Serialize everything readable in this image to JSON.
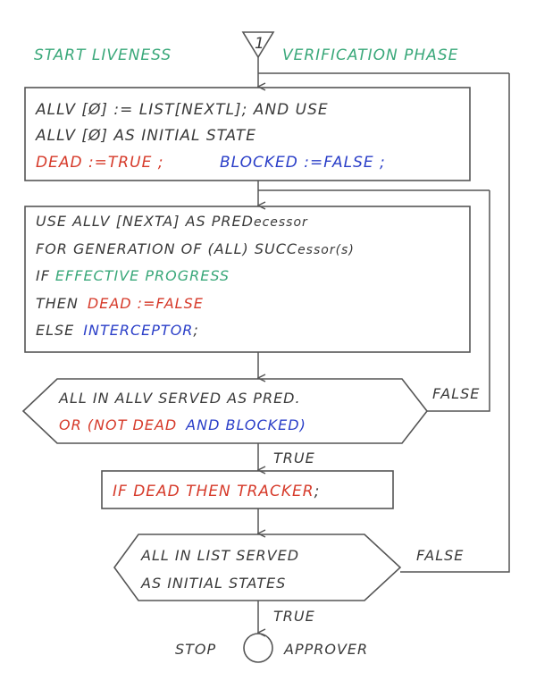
{
  "colors": {
    "ink": "#555555",
    "text": "#3a3a3a",
    "green": "#3aa87a",
    "red": "#d63a2a",
    "blue": "#2a3ec8"
  },
  "header": {
    "left_label": "START LIVENESS",
    "connector_label": "1",
    "right_label": "VERIFICATION PHASE"
  },
  "init_box": {
    "line1": "ALLV [Ø] := LIST[NEXTL]; AND USE",
    "line2": "ALLV [Ø] AS INITIAL STATE",
    "dead_assign": "DEAD :=TRUE ;",
    "blocked_assign": "BLOCKED :=FALSE ;"
  },
  "process_box": {
    "line1_prefix": "USE ALLV [NEXTA] AS PRED",
    "line1_suffix": "ecessor",
    "line2_prefix": "FOR GENERATION OF (ALL) SUCC",
    "line2_suffix": "essor(s)",
    "line3_if": "IF",
    "line3_cond": "EFFECTIVE PROGRESS",
    "line4_then": "THEN",
    "line4_assign": "DEAD :=FALSE",
    "line5_else": "ELSE",
    "line5_call": "INTERCEPTOR",
    "line5_semicolon": ";"
  },
  "decision1": {
    "line1": "ALL IN ALLV  SERVED AS PRED.",
    "line2_or": "OR (NOT DEAD",
    "line2_and": "AND BLOCKED)",
    "false_label": "FALSE",
    "true_label": "TRUE"
  },
  "tracker_box": {
    "text": "IF DEAD THEN TRACKER",
    "semicolon": ";"
  },
  "decision2": {
    "line1": "ALL IN LIST SERVED",
    "line2": "AS INITIAL STATES",
    "false_label": "FALSE",
    "true_label": "TRUE"
  },
  "terminal": {
    "stop_label": "STOP",
    "approver_label": "APPROVER"
  }
}
